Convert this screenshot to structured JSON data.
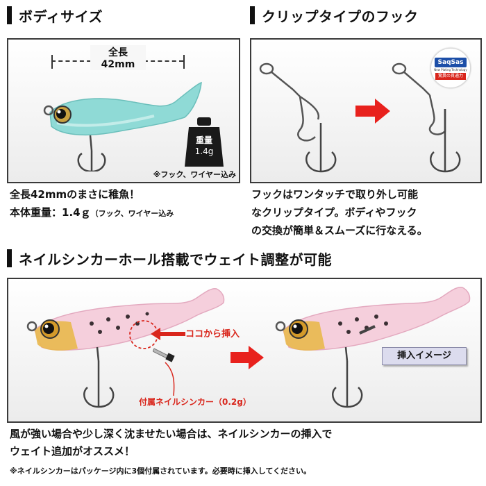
{
  "sections": {
    "body_size": {
      "title": "ボディサイズ",
      "length_label": "全長",
      "length_value": "42mm",
      "weight_label": "重量",
      "weight_value": "1.4g",
      "note": "※フック、ワイヤー込み",
      "desc_line1": "全長42mmのまさに稚魚！",
      "desc_line2_main": "本体重量：1.4ｇ",
      "desc_line2_note": "（フック、ワイヤー込み"
    },
    "clip_hook": {
      "title": "クリップタイプのフック",
      "badge_brand": "SaqSas",
      "badge_sub": "New Plating Technology",
      "badge_tag": "驚異の貫通力",
      "desc_line1": "フックはワンタッチで取り外し可能",
      "desc_line2": "なクリップタイプ。ボディやフック",
      "desc_line3": "の交換が簡単＆スムーズに行なえる。"
    },
    "nail_sinker": {
      "title": "ネイルシンカーホール搭載でウェイト調整が可能",
      "insert_here": "ココから挿入",
      "sinker_label": "付属ネイルシンカー（0.2g）",
      "insert_image": "挿入イメージ",
      "desc_line1": "風が強い場合や少し深く沈ませたい場合は、ネイルシンカーの挿入で",
      "desc_line2": "ウェイト追加がオススメ！",
      "footnote": "※ネイルシンカーはパッケージ内に3個付属されています。必要時に挿入してください。"
    }
  },
  "colors": {
    "accent_red": "#d9261c",
    "dark": "#111111",
    "lure_teal": "#7fd3d0",
    "lure_pink": "#f2c4d2",
    "lure_gold": "#e7b64a"
  }
}
